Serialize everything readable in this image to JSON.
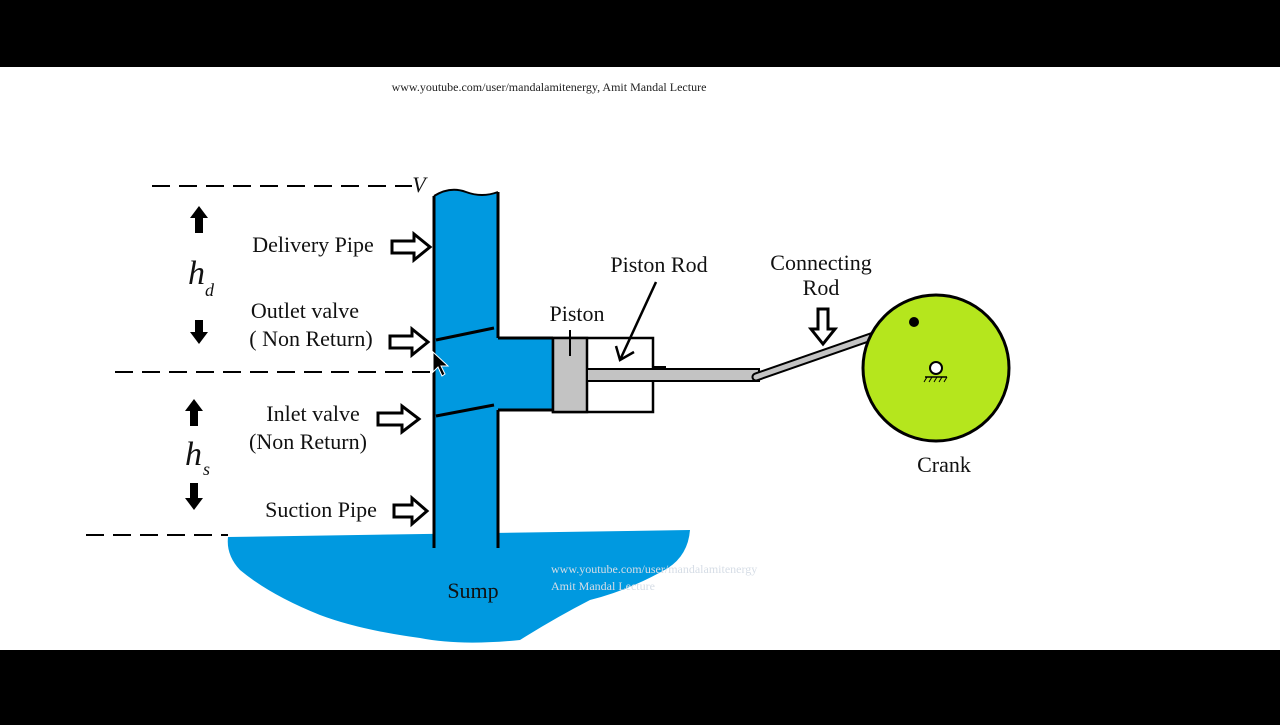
{
  "source_credit": "www.youtube.com/user/mandalamitenergy,  Amit Mandal Lecture",
  "watermark": {
    "line1": "www.youtube.com/user/mandalamitenergy",
    "line2": "Amit Mandal Lecture"
  },
  "labels": {
    "level_mark": "V",
    "delivery_pipe": "Delivery Pipe",
    "outlet_valve_1": "Outlet valve",
    "outlet_valve_2": "( Non Return)",
    "inlet_valve_1": "Inlet valve",
    "inlet_valve_2": "(Non Return)",
    "suction_pipe": "Suction Pipe",
    "piston": "Piston",
    "piston_rod": "Piston Rod",
    "connecting_rod_1": "Connecting",
    "connecting_rod_2": "Rod",
    "crank": "Crank",
    "sump": "Sump",
    "delivery_head_symbol": "h",
    "delivery_head_sub": "d",
    "suction_head_symbol": "h",
    "suction_head_sub": "s"
  },
  "colors": {
    "water": "#0099e0",
    "crank": "#b5e61d",
    "piston": "#c3c3c3",
    "background": "#ffffff",
    "letterbox": "#000000"
  }
}
